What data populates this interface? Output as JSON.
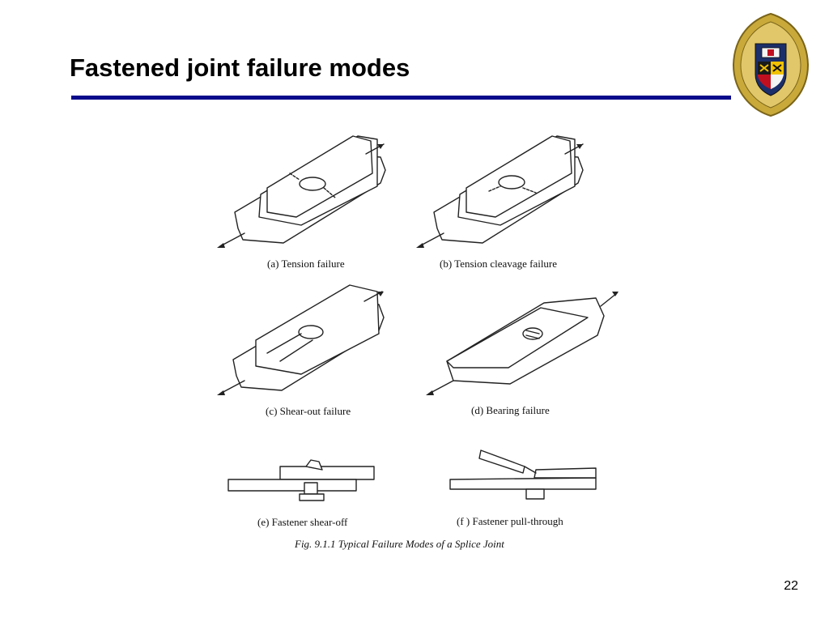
{
  "slide": {
    "title": "Fastened joint failure modes",
    "page_number": "22",
    "accent_color": "#0a0a8c"
  },
  "figure": {
    "caption": "Fig. 9.1.1  Typical Failure Modes of a Splice Joint",
    "panels": [
      {
        "label": "(a) Tension failure"
      },
      {
        "label": "(b) Tension cleavage failure"
      },
      {
        "label": "(c) Shear-out failure"
      },
      {
        "label": "(d) Bearing failure"
      },
      {
        "label": "(e)  Fastener shear-off"
      },
      {
        "label": "(f )  Fastener pull-through"
      }
    ]
  },
  "logo": {
    "name": "university-seal-icon"
  }
}
